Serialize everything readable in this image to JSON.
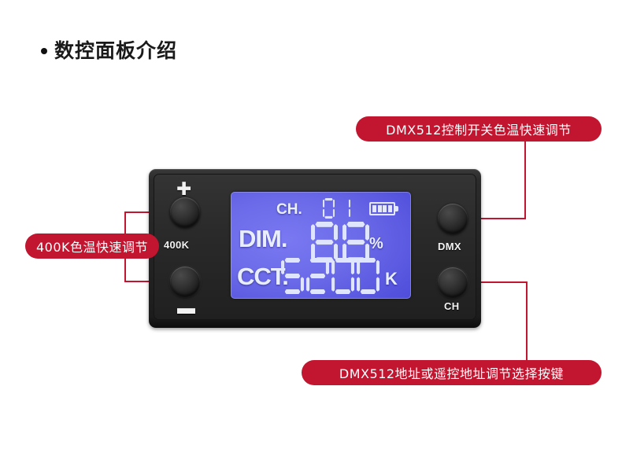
{
  "page": {
    "heading": "数控面板介绍",
    "bullet_glyph": "•",
    "background_color": "#ffffff",
    "accent_color": "#c2152f"
  },
  "callouts": [
    {
      "id": "dmx-switch",
      "label": "DMX512控制开关色温快速调节",
      "points_to": "dmx-knob",
      "position": "top-right"
    },
    {
      "id": "400k",
      "label": "400K色温快速调节",
      "points_to": "plus-and-minus-knobs",
      "position": "left"
    },
    {
      "id": "dmx-address",
      "label": "DMX512地址或遥控地址调节选择按键",
      "points_to": "ch-knob",
      "position": "bottom-right"
    }
  ],
  "device": {
    "body_color": "#242424",
    "controls": {
      "plus_symbol": "✚",
      "minus_symbol": "▬",
      "label_400k": "400K",
      "label_dmx": "DMX",
      "label_ch": "CH"
    },
    "lcd": {
      "backlight_color": "#6b6ae8",
      "segment_color": "#dfe6fb",
      "channel_label": "CH.",
      "channel_value": "01",
      "battery_level": 4,
      "battery_max": 4,
      "dim_label": "DIM.",
      "dim_value": "88",
      "dim_unit": "%",
      "cct_label": "CCT.",
      "cct_value": "5200",
      "cct_unit": "K"
    }
  }
}
